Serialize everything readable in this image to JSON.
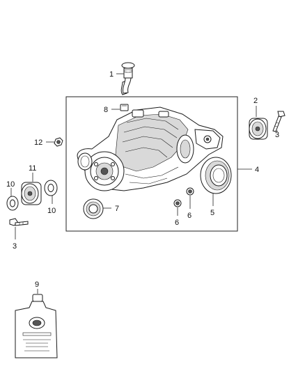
{
  "callouts": {
    "c1": "1",
    "c2": "2",
    "c3a": "3",
    "c3b": "3",
    "c4": "4",
    "c5": "5",
    "c6a": "6",
    "c6b": "6",
    "c7": "7",
    "c8": "8",
    "c9": "9",
    "c10a": "10",
    "c10b": "10",
    "c11": "11",
    "c12": "12"
  },
  "icons": {
    "housing": "differential-housing-icon",
    "oil_bottle": "oil-bottle-icon"
  }
}
